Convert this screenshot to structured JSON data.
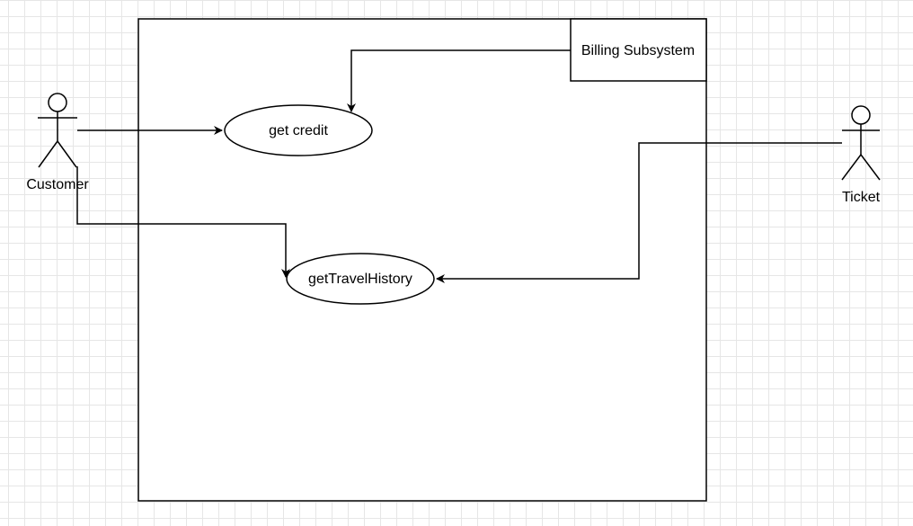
{
  "diagram": {
    "system_boundary_label": "Billing Subsystem",
    "actors": [
      {
        "id": "customer",
        "label": "Customer"
      },
      {
        "id": "ticket",
        "label": "Ticket"
      }
    ],
    "use_cases": [
      {
        "id": "get-credit",
        "label": "get credit"
      },
      {
        "id": "get-travel-history",
        "label": "getTravelHistory"
      }
    ],
    "connections": [
      {
        "from": "customer",
        "to": "get-credit"
      },
      {
        "from": "customer",
        "to": "get-travel-history"
      },
      {
        "from": "billing-subsystem",
        "to": "get-credit"
      },
      {
        "from": "ticket",
        "to": "get-travel-history"
      }
    ]
  }
}
